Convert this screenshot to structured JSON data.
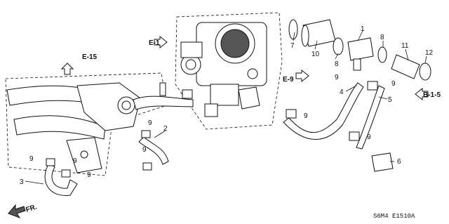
{
  "references": {
    "e1": "E-1",
    "e15": "E-15",
    "e9": "E-9",
    "b15": "B-1-5",
    "fr": "FR."
  },
  "callouts": {
    "c1": "1",
    "c2": "2",
    "c3": "3",
    "c4": "4",
    "c5": "5",
    "c6": "6",
    "c7": "7",
    "c8a": "8",
    "c8b": "8",
    "c9_tl": "9",
    "c9_tr": "9",
    "c9_rl": "9",
    "c9_rr": "9",
    "c9_cm": "9",
    "c9_cb": "9",
    "c9_ml": "9",
    "c9_mb": "9",
    "c9_lr": "9",
    "c10": "10",
    "c11": "11",
    "c12": "12"
  },
  "diagram_code": "S6M4 E1510A"
}
